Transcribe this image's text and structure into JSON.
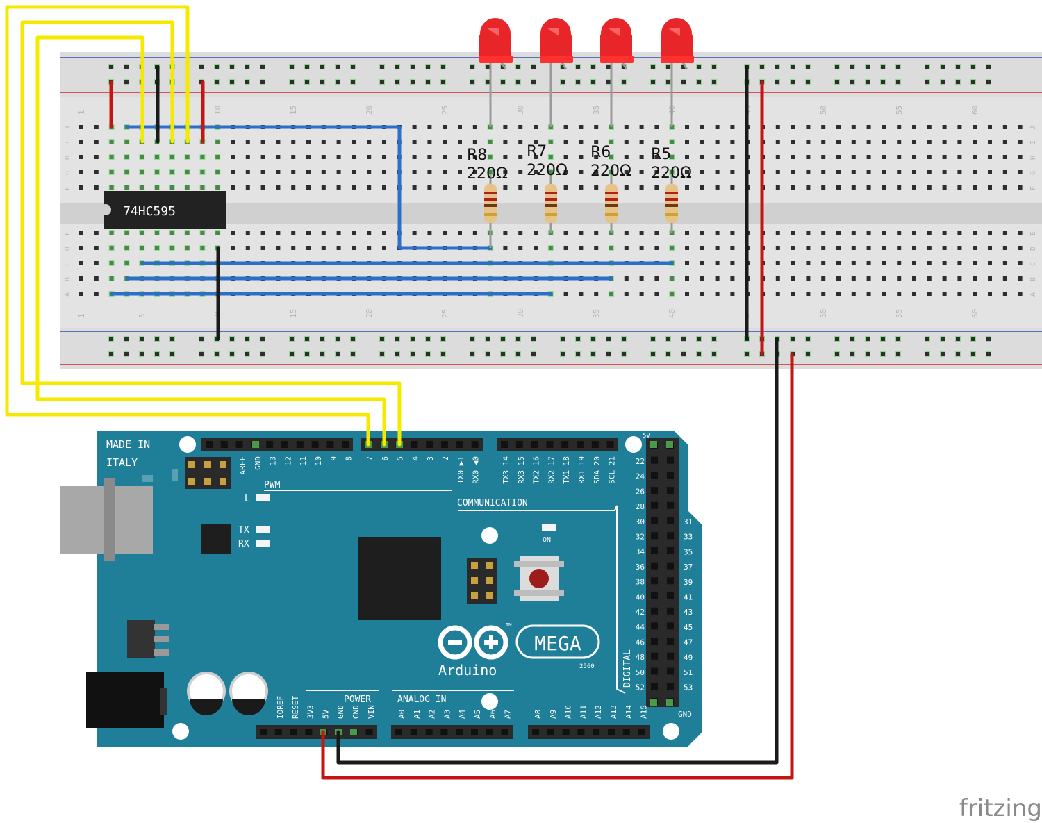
{
  "chip": {
    "label": "74HC595"
  },
  "resistors": [
    {
      "name": "R8",
      "value": "220Ω"
    },
    {
      "name": "R7",
      "value": "220Ω"
    },
    {
      "name": "R6",
      "value": "220Ω"
    },
    {
      "name": "R5",
      "value": "220Ω"
    }
  ],
  "breadboard": {
    "col_numbers": [
      "1",
      "5",
      "10",
      "15",
      "20",
      "25",
      "30",
      "35",
      "40",
      "45",
      "50",
      "55",
      "60"
    ],
    "rows_top": [
      "J",
      "I",
      "H",
      "G",
      "F"
    ],
    "rows_bottom": [
      "E",
      "D",
      "C",
      "B",
      "A"
    ]
  },
  "arduino": {
    "made_in": [
      "MADE IN",
      "ITALY"
    ],
    "pwm_label": "PWM",
    "communication_label": "COMMUNICATION",
    "power_label": "POWER",
    "analog_label": "ANALOG IN",
    "digital_label": "DIGITAL",
    "led_l": "L",
    "led_tx": "TX",
    "led_rx": "RX",
    "led_on": "ON",
    "brand": "Arduino",
    "model": "MEGA",
    "tm": "TM",
    "model_num": "2560",
    "header_5v": "5V",
    "header_gnd": "GND",
    "top_pins_a": [
      "AREF",
      "GND",
      "13",
      "12",
      "11",
      "10",
      "9",
      "8"
    ],
    "top_pins_b": [
      "7",
      "6",
      "5",
      "4",
      "3",
      "2",
      "TX0 ▶1",
      "RX0 ◀0"
    ],
    "top_pins_c": [
      "TX3 14",
      "RX3 15",
      "TX2 16",
      "RX2 17",
      "TX1 18",
      "RX1 19",
      "SDA 20",
      "SCL 21"
    ],
    "power_pins": [
      "IOREF",
      "RESET",
      "3V3",
      "5V",
      "GND",
      "GND",
      "VIN"
    ],
    "analog_pins_a": [
      "A0",
      "A1",
      "A2",
      "A3",
      "A4",
      "A5",
      "A6",
      "A7"
    ],
    "analog_pins_b": [
      "A8",
      "A9",
      "A10",
      "A11",
      "A12",
      "A13",
      "A14",
      "A15"
    ],
    "digital_left": [
      "22",
      "24",
      "26",
      "28",
      "30",
      "32",
      "34",
      "36",
      "38",
      "40",
      "42",
      "44",
      "46",
      "48",
      "50",
      "52"
    ],
    "digital_right": [
      "31",
      "33",
      "35",
      "37",
      "39",
      "41",
      "43",
      "45",
      "47",
      "49",
      "51",
      "53"
    ]
  },
  "watermark": "fritzing",
  "colors": {
    "board": "#1f7f99",
    "breadboard": "#dcdcdc",
    "wire_yellow": "#f5e900",
    "wire_red": "#c41414",
    "wire_black": "#1a1a1a",
    "wire_blue": "#2c6fc9",
    "led": "#e8262a"
  }
}
